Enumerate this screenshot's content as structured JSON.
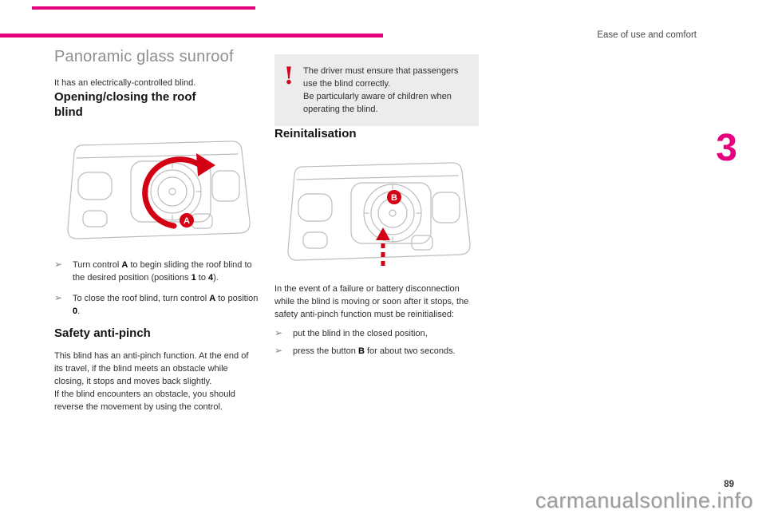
{
  "header": {
    "section_label": "Ease of use and comfort",
    "chapter_number": "3"
  },
  "sunroof": {
    "title": "Panoramic glass sunroof",
    "intro": "It has an electrically-controlled blind."
  },
  "opening": {
    "heading": "Opening/closing the roof blind",
    "bullet1": {
      "t1": "Turn control ",
      "b1": "A",
      "t2": " to begin sliding the roof blind to the desired position (positions ",
      "b2": "1",
      "t3": " to ",
      "b3": "4",
      "t4": ")."
    },
    "bullet2": {
      "t1": "To close the roof blind, turn control ",
      "b1": "A",
      "t2": " to position ",
      "b2": "0",
      "t3": "."
    }
  },
  "safety": {
    "heading": "Safety anti-pinch",
    "p1": "This blind has an anti-pinch function. At the end of its travel, if the blind meets an obstacle while closing, it stops and moves back slightly.",
    "p2": "If the blind encounters an obstacle, you should reverse the movement by using the control."
  },
  "warning": {
    "p1": "The driver must ensure that passengers use the blind correctly.",
    "p2": "Be particularly aware of children when operating the blind."
  },
  "reinit": {
    "heading": "Reinitalisation",
    "intro": "In the event of a failure or battery disconnection while the blind is moving or soon after it stops, the safety anti-pinch function must be reinitialised:",
    "bullet1": "put the blind in the closed position,",
    "bullet2": {
      "t1": "press the button ",
      "b1": "B",
      "t2": " for about two seconds."
    }
  },
  "labels": {
    "control_a": "A",
    "control_b": "B"
  },
  "icons": {
    "bullet_arrow": "➢",
    "warning_mark": "!"
  },
  "footer": {
    "page_number": "89",
    "watermark": "carmanualsonline.info"
  },
  "colors": {
    "accent_magenta": "#e6007e",
    "accent_red": "#d40014",
    "title_gray": "#8f8f8f",
    "warning_bg": "#ececec"
  }
}
